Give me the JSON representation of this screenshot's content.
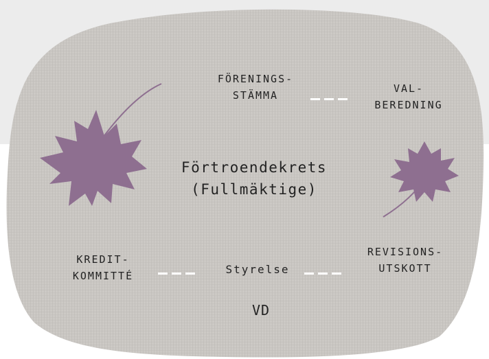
{
  "nodes": {
    "foreningsstamma": "FÖRENINGS-\nSTÄMMA",
    "valberedning": "VAL-\nBEREDNING",
    "fortroendekrets": "Förtroendekrets\n(Fullmäktige)",
    "kreditkommitte": "KREDIT-\nKOMMITTÉ",
    "styrelse": "Styrelse",
    "revisionsutskott": "REVISIONS-\nUTSKOTT",
    "vd": "VD"
  },
  "colors": {
    "linen": "#c9c5c1",
    "leaf": "#8e6f90",
    "connector": "#ffffff",
    "text": "#222222"
  },
  "decorations": [
    "maple-leaf",
    "maple-leaf"
  ]
}
